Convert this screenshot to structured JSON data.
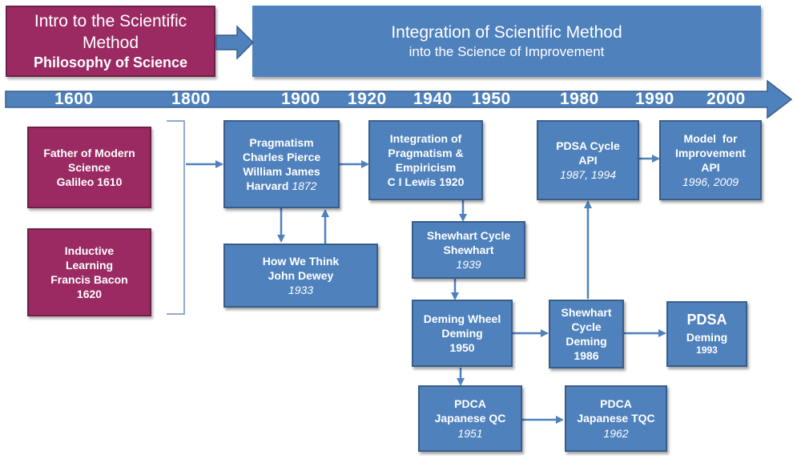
{
  "header": {
    "intro": [
      "Intro to the Scientific",
      "Method",
      "Philosophy of Science"
    ],
    "integration": [
      "Integration of Scientific Method",
      "into the Science of Improvement"
    ]
  },
  "timeline": {
    "years": [
      "1600",
      "1800",
      "1900",
      "1920",
      "1940",
      "1950",
      "1980",
      "1990",
      "2000"
    ]
  },
  "nodes": {
    "galileo": [
      "Father of Modern",
      "Science",
      "Galileo 1610"
    ],
    "bacon": [
      "Inductive",
      "Learning",
      "Francis Bacon",
      "1620"
    ],
    "pragmatism": [
      "Pragmatism",
      "Charles Pierce",
      "William James",
      "Harvard",
      "1872"
    ],
    "dewey": [
      "How We Think",
      "John Dewey",
      "1933"
    ],
    "integration_pe": [
      "Integration of",
      "Pragmatism &",
      "Empiricism",
      "C I Lewis 1920"
    ],
    "shewhart_cycle": [
      "Shewhart Cycle",
      "Shewhart",
      "1939"
    ],
    "deming_wheel": [
      "Deming Wheel",
      "Deming",
      "1950"
    ],
    "pdca_qc": [
      "PDCA",
      "Japanese QC",
      "1951"
    ],
    "pdca_tqc": [
      "PDCA",
      "Japanese TQC",
      "1962"
    ],
    "shewhart_deming": [
      "Shewhart",
      "Cycle",
      "Deming",
      "1986"
    ],
    "pdsa_deming": [
      "PDSA",
      "Deming",
      "1993"
    ],
    "pdsa_api": [
      "PDSA Cycle",
      "API",
      "1987, 1994"
    ],
    "model_api": [
      "Model  for",
      "Improvement",
      "API",
      "1996, 2009"
    ]
  },
  "colors": {
    "blue": "#4F81BD",
    "blue_border": "#385D8A",
    "maroon": "#9B2A63"
  }
}
